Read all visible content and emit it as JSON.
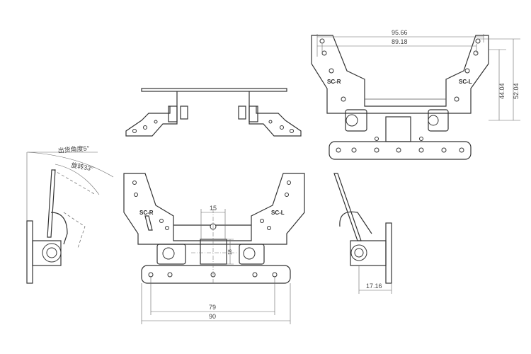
{
  "labels": {
    "sc_r": "SC-R",
    "sc_l": "SC-L",
    "shipping_angle": "出货角度5°",
    "rotation_angle": "旋转33°"
  },
  "dimensions": {
    "width_outer": "95.66",
    "width_inner": "89.18",
    "height_inner": "44.04",
    "height_outer": "52.04",
    "slot_width": "15",
    "slot_height": "18",
    "base_holes_span": "79",
    "base_length": "90",
    "side_depth": "17.16"
  }
}
